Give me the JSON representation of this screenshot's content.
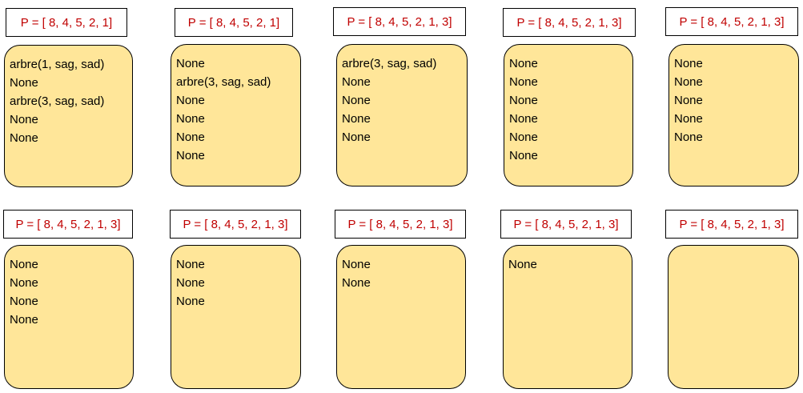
{
  "colors": {
    "label_text": "#c00000",
    "box_fill": "#ffe699",
    "border": "#000000"
  },
  "panels": [
    {
      "label": "P = [ 8, 4, 5, 2, 1]",
      "items": [
        "arbre(1, sag, sad)",
        "None",
        "arbre(3, sag, sad)",
        "None",
        "None"
      ]
    },
    {
      "label": "P = [ 8, 4, 5, 2, 1]",
      "items": [
        "None",
        "arbre(3, sag, sad)",
        "None",
        "None",
        "None",
        "None"
      ]
    },
    {
      "label": "P = [ 8, 4, 5, 2, 1, 3]",
      "items": [
        "arbre(3, sag, sad)",
        "None",
        "None",
        "None",
        "None"
      ]
    },
    {
      "label": "P = [ 8, 4, 5, 2, 1, 3]",
      "items": [
        "None",
        "None",
        "None",
        "None",
        "None",
        "None"
      ]
    },
    {
      "label": "P = [ 8, 4, 5, 2, 1, 3]",
      "items": [
        "None",
        "None",
        "None",
        "None",
        "None"
      ]
    },
    {
      "label": "P = [ 8, 4, 5, 2, 1, 3]",
      "items": [
        "None",
        "None",
        "None",
        "None"
      ]
    },
    {
      "label": "P = [ 8, 4, 5, 2, 1, 3]",
      "items": [
        "None",
        "None",
        "None"
      ]
    },
    {
      "label": "P = [ 8, 4, 5, 2, 1, 3]",
      "items": [
        "None",
        "None"
      ]
    },
    {
      "label": "P = [ 8, 4, 5, 2, 1, 3]",
      "items": [
        "None"
      ]
    },
    {
      "label": "P = [ 8, 4, 5, 2, 1, 3]",
      "items": []
    }
  ]
}
